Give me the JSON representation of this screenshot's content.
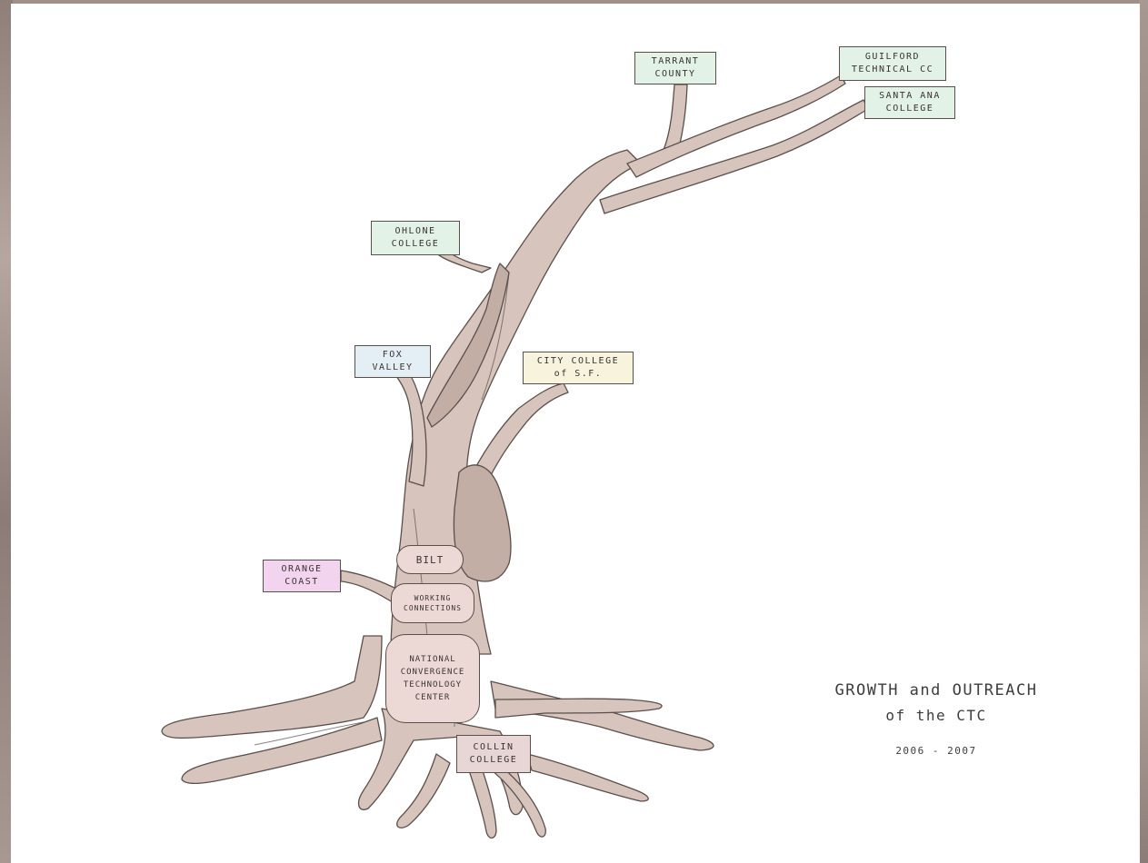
{
  "labels": {
    "tarrant": [
      "TARRANT",
      "COUNTY"
    ],
    "guilford": [
      "GUILFORD",
      "TECHNICAL CC"
    ],
    "santa_ana": [
      "SANTA ANA",
      "COLLEGE"
    ],
    "ohlone": [
      "OHLONE",
      "COLLEGE"
    ],
    "fox_valley": [
      "FOX",
      "VALLEY"
    ],
    "city_college": [
      "CITY COLLEGE",
      "of S.F."
    ],
    "orange_coast": [
      "ORANGE",
      "COAST"
    ],
    "collin": [
      "COLLIN",
      "COLLEGE"
    ]
  },
  "trunk_labels": {
    "bilt": "BILT",
    "working": [
      "WORKING",
      "CONNECTIONS"
    ],
    "nctc": [
      "NATIONAL",
      "CONVERGENCE",
      "TECHNOLOGY",
      "CENTER"
    ]
  },
  "title": {
    "line1": "GROWTH and OUTREACH",
    "line2": "of the CTC",
    "years": "2006 - 2007"
  },
  "colors": {
    "bark": "#d7c4bd",
    "bark_dark": "#c3aea6",
    "outline": "#5a4f4b",
    "green_label": "#e2f2e6",
    "blue_label": "#e3eff4",
    "yellow_label": "#f7f3dc",
    "pink_label": "#f2d4ef"
  }
}
